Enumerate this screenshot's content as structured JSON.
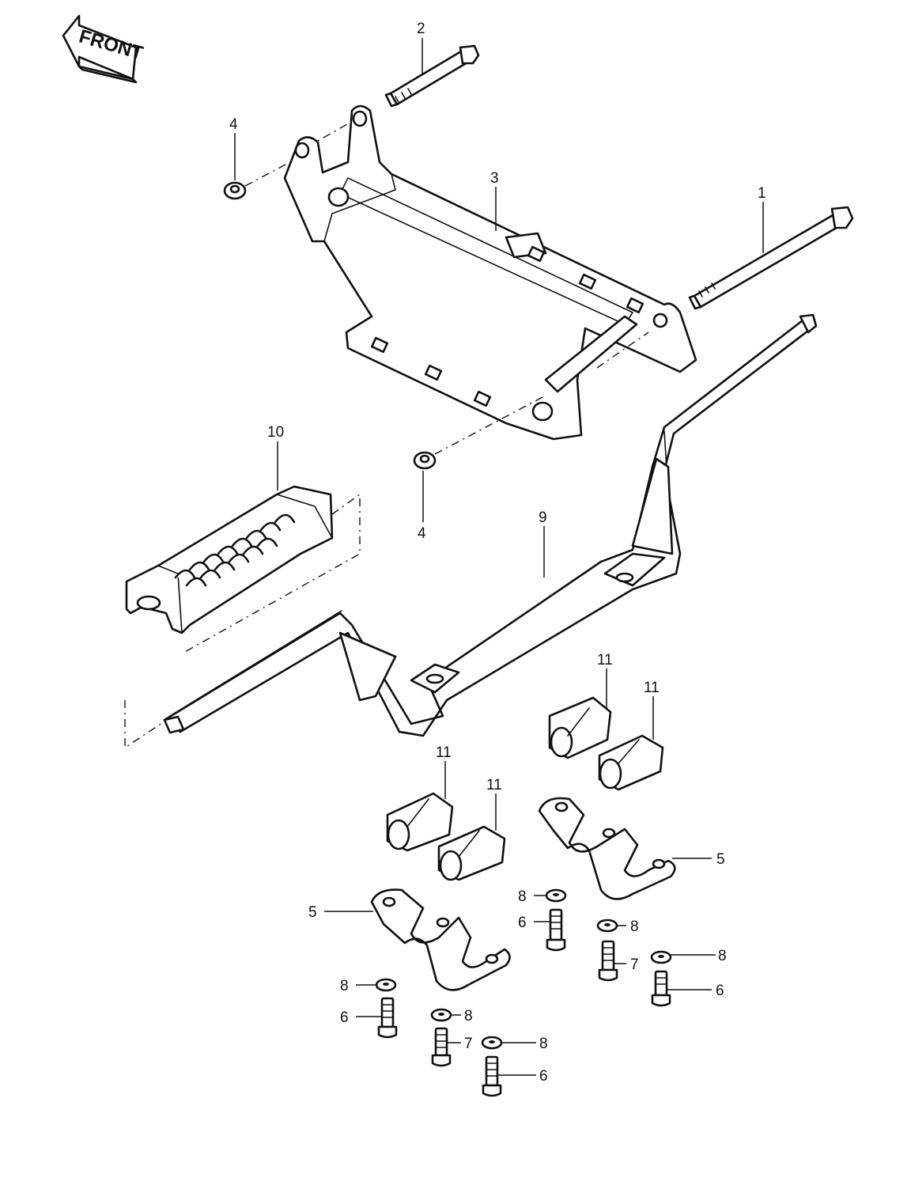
{
  "direction_label": "FRONT",
  "callouts": {
    "c1": "1",
    "c2": "2",
    "c3": "3",
    "c4a": "4",
    "c4b": "4",
    "c5a": "5",
    "c5b": "5",
    "c6a": "6",
    "c6b": "6",
    "c6c": "6",
    "c6d": "6",
    "c7a": "7",
    "c7b": "7",
    "c8a": "8",
    "c8b": "8",
    "c8c": "8",
    "c8d": "8",
    "c8e": "8",
    "c8f": "8",
    "c9": "9",
    "c10": "10",
    "c11a": "11",
    "c11b": "11",
    "c11c": "11",
    "c11d": "11"
  },
  "colors": {
    "ink": "#111111",
    "paper": "#ffffff"
  }
}
